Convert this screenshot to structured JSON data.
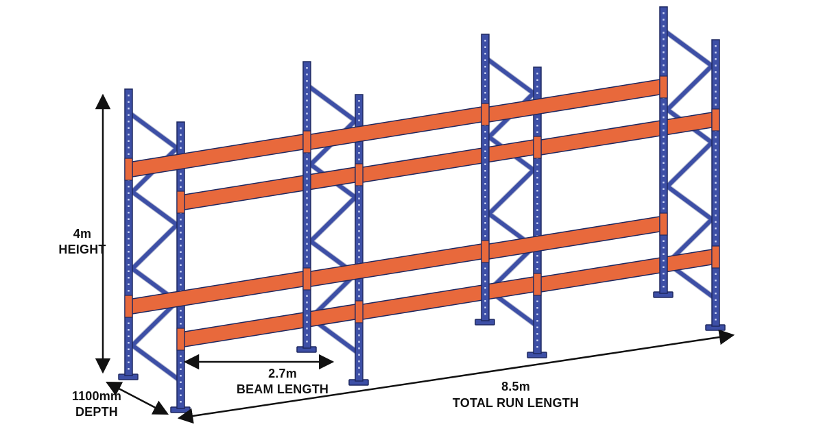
{
  "diagram": {
    "title": "Pallet racking run with dimension annotations",
    "dimensions": {
      "height": {
        "value": "4m",
        "label": "HEIGHT"
      },
      "depth": {
        "value": "1100mm",
        "label": "DEPTH"
      },
      "beam_length": {
        "value": "2.7m",
        "label": "BEAM LENGTH"
      },
      "total_run_length": {
        "value": "8.5m",
        "label": "TOTAL RUN LENGTH"
      }
    },
    "structure": {
      "upright_frames": 4,
      "bays": 3,
      "beam_levels": 2
    },
    "colors": {
      "upright_blue": "#3D4FA6",
      "beam_orange": "#E8693C",
      "outline_navy": "#1E2860",
      "dimension_black": "#111111",
      "background": "#FFFFFF"
    }
  }
}
